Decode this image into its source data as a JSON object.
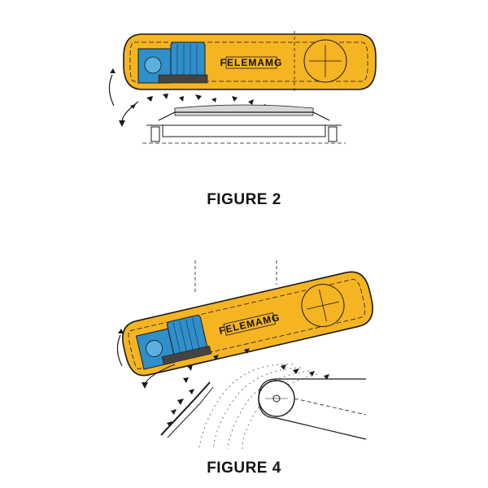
{
  "brand_label": "FELEMAMG",
  "figures": [
    {
      "caption": "FIGURE 2"
    },
    {
      "caption": "FIGURE 4"
    }
  ],
  "colors": {
    "body": "#F5B422",
    "motor": "#2F8FCB",
    "outline": "#1A1A1A",
    "material": "#555555"
  }
}
